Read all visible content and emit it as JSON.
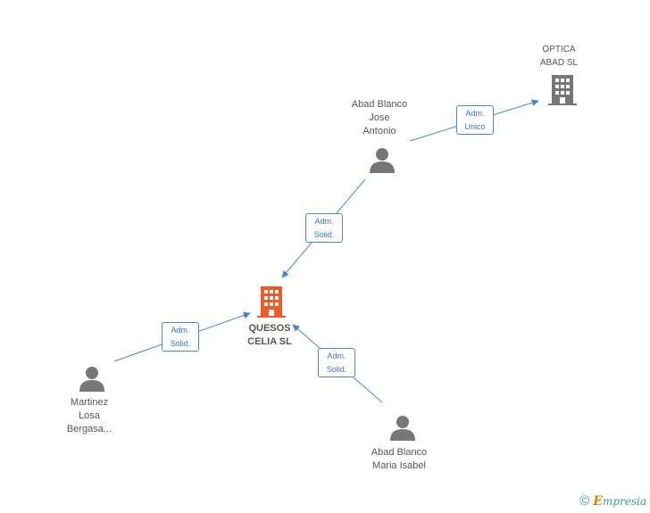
{
  "nodes": {
    "optica": {
      "label": "OPTICA\nABAD SL"
    },
    "abad_jose": {
      "label": "Abad Blanco\nJose\nAntonio"
    },
    "quesos": {
      "label": "QUESOS\nCELIA SL"
    },
    "martinez": {
      "label": "Martinez\nLosa\nBergasa..."
    },
    "abad_maria": {
      "label": "Abad Blanco\nMaria Isabel"
    }
  },
  "edges": {
    "jose_to_optica": {
      "line1": "Adm.",
      "line2": "Unico"
    },
    "jose_to_quesos": {
      "line1": "Adm.",
      "line2": "Solid."
    },
    "martinez_to_quesos": {
      "line1": "Adm.",
      "line2": "Solid."
    },
    "maria_to_quesos": {
      "line1": "Adm.",
      "line2": "Solid."
    }
  },
  "footer": {
    "copyright_symbol": "©",
    "brand_initial": "E",
    "brand_rest": "mpresia"
  },
  "colors": {
    "line": "#4a86c8",
    "person": "#777777",
    "company": "#777777",
    "main_company": "#f05a28"
  }
}
